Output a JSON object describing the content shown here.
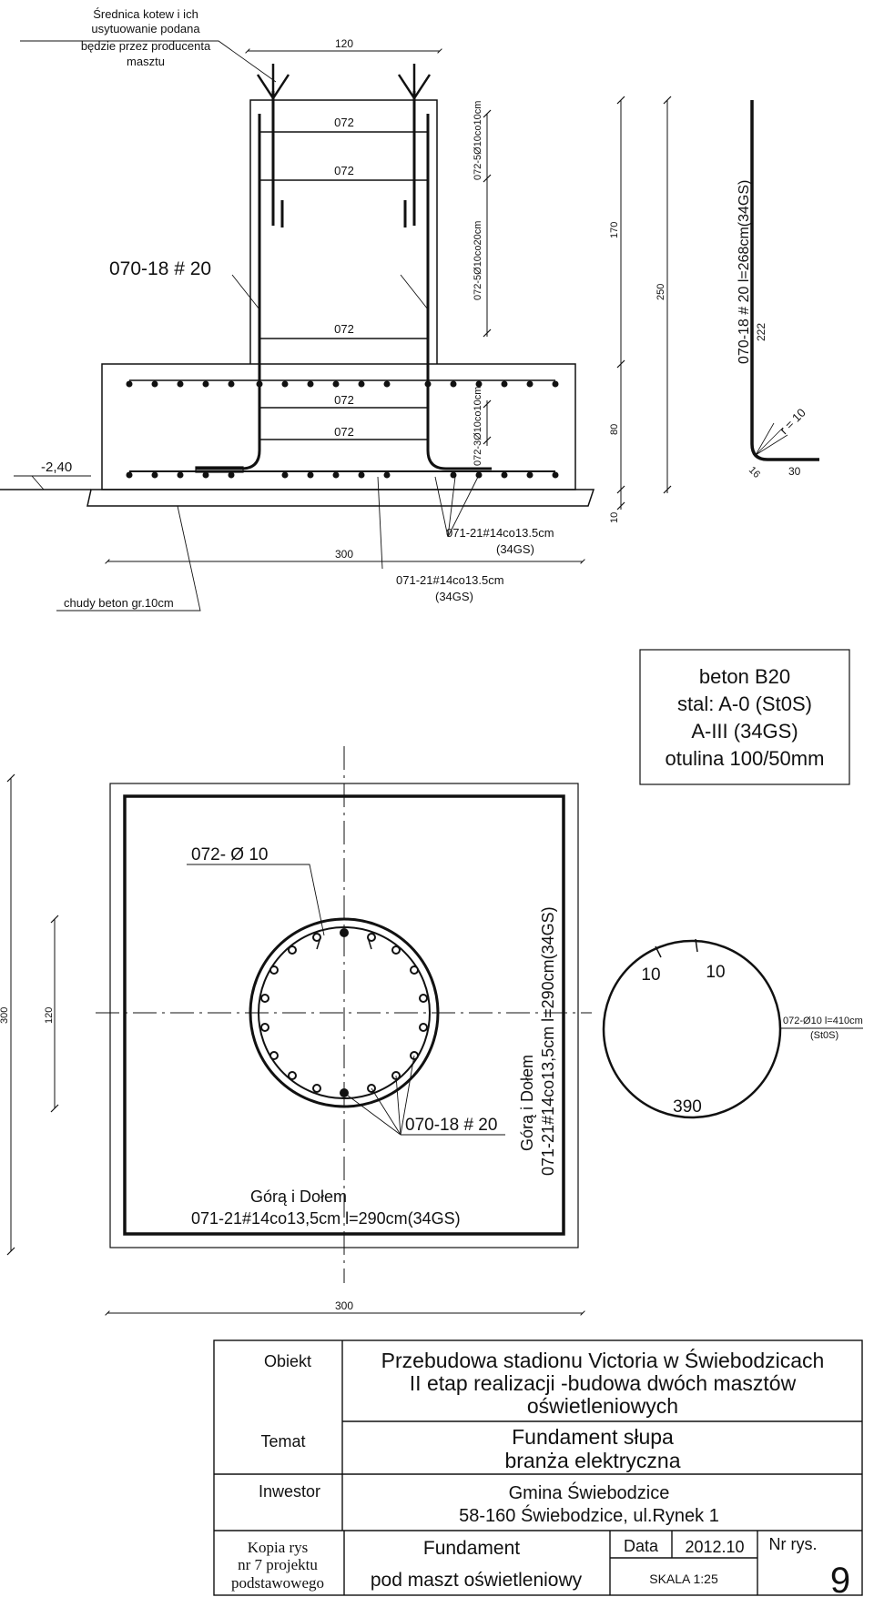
{
  "elevation": {
    "anchor_note": [
      "Średnica kotew i ich",
      "usytuowanie  podana",
      "będzie przez  producenta",
      "masztu"
    ],
    "dim_top": "120",
    "dim_bottom": "300",
    "level": "-2,40",
    "bar_070": "070-18 # 20",
    "stirrup_labels": [
      "072",
      "072",
      "072",
      "072",
      "072"
    ],
    "vert_072_top": "072-5Ø10co10cm",
    "vert_072_mid": "072-5Ø10co20cm",
    "vert_072_low": "072-3Ø10co10cm",
    "bar_071_a": [
      "071-21#14co13.5cm",
      "(34GS)"
    ],
    "bar_071_b": [
      "071-21#14co13.5cm",
      "(34GS)"
    ],
    "lean_concrete": "chudy beton gr.10cm",
    "dims_right": [
      "170",
      "80",
      "10",
      "250"
    ]
  },
  "bar_shape": {
    "label": "070-18 # 20 l=268cm(34GS)",
    "len": "222",
    "radius": "r = 10",
    "d16": "16",
    "d30": "30"
  },
  "materials": [
    "beton B20",
    "stal: A-0 (St0S)",
    "A-III (34GS)",
    "otulina 100/50mm"
  ],
  "plan": {
    "dim_300_left": "300",
    "dim_120_left": "120",
    "dim_300_bottom": "300",
    "label_072": "072- Ø 10",
    "label_070": "070-18 # 20",
    "top_bottom_vert": [
      "Górą i Dołem",
      "071-21#14co13,5cm l=290cm(34GS)"
    ],
    "top_bottom_horiz": [
      "Górą i Dołem",
      "071-21#14co13,5cm l=290cm(34GS)"
    ]
  },
  "ring": {
    "d1": "10",
    "d2": "10",
    "len": "390",
    "label": [
      "072-Ø10 l=410cm",
      "(St0S)"
    ]
  },
  "title_block": {
    "obiekt_label": "Obiekt",
    "obiekt": [
      "Przebudowa stadionu Victoria w Świebodzicach",
      "II etap realizacji -budowa dwóch masztów",
      "oświetleniowych"
    ],
    "temat_label": "Temat",
    "temat": [
      "Fundament słupa",
      "branża elektryczna"
    ],
    "inwestor_label": "Inwestor",
    "inwestor": [
      "Gmina Świebodzice",
      "58-160 Świebodzice, ul.Rynek 1"
    ],
    "kopia": [
      "Kopia rys",
      "nr 7 projektu",
      "podstawowego"
    ],
    "fund": [
      "Fundament",
      "pod maszt oświetleniowy"
    ],
    "data_label": "Data",
    "data": "2012.10",
    "skala": "SKALA 1:25",
    "nr_label": "Nr rys.",
    "nr": "9"
  }
}
